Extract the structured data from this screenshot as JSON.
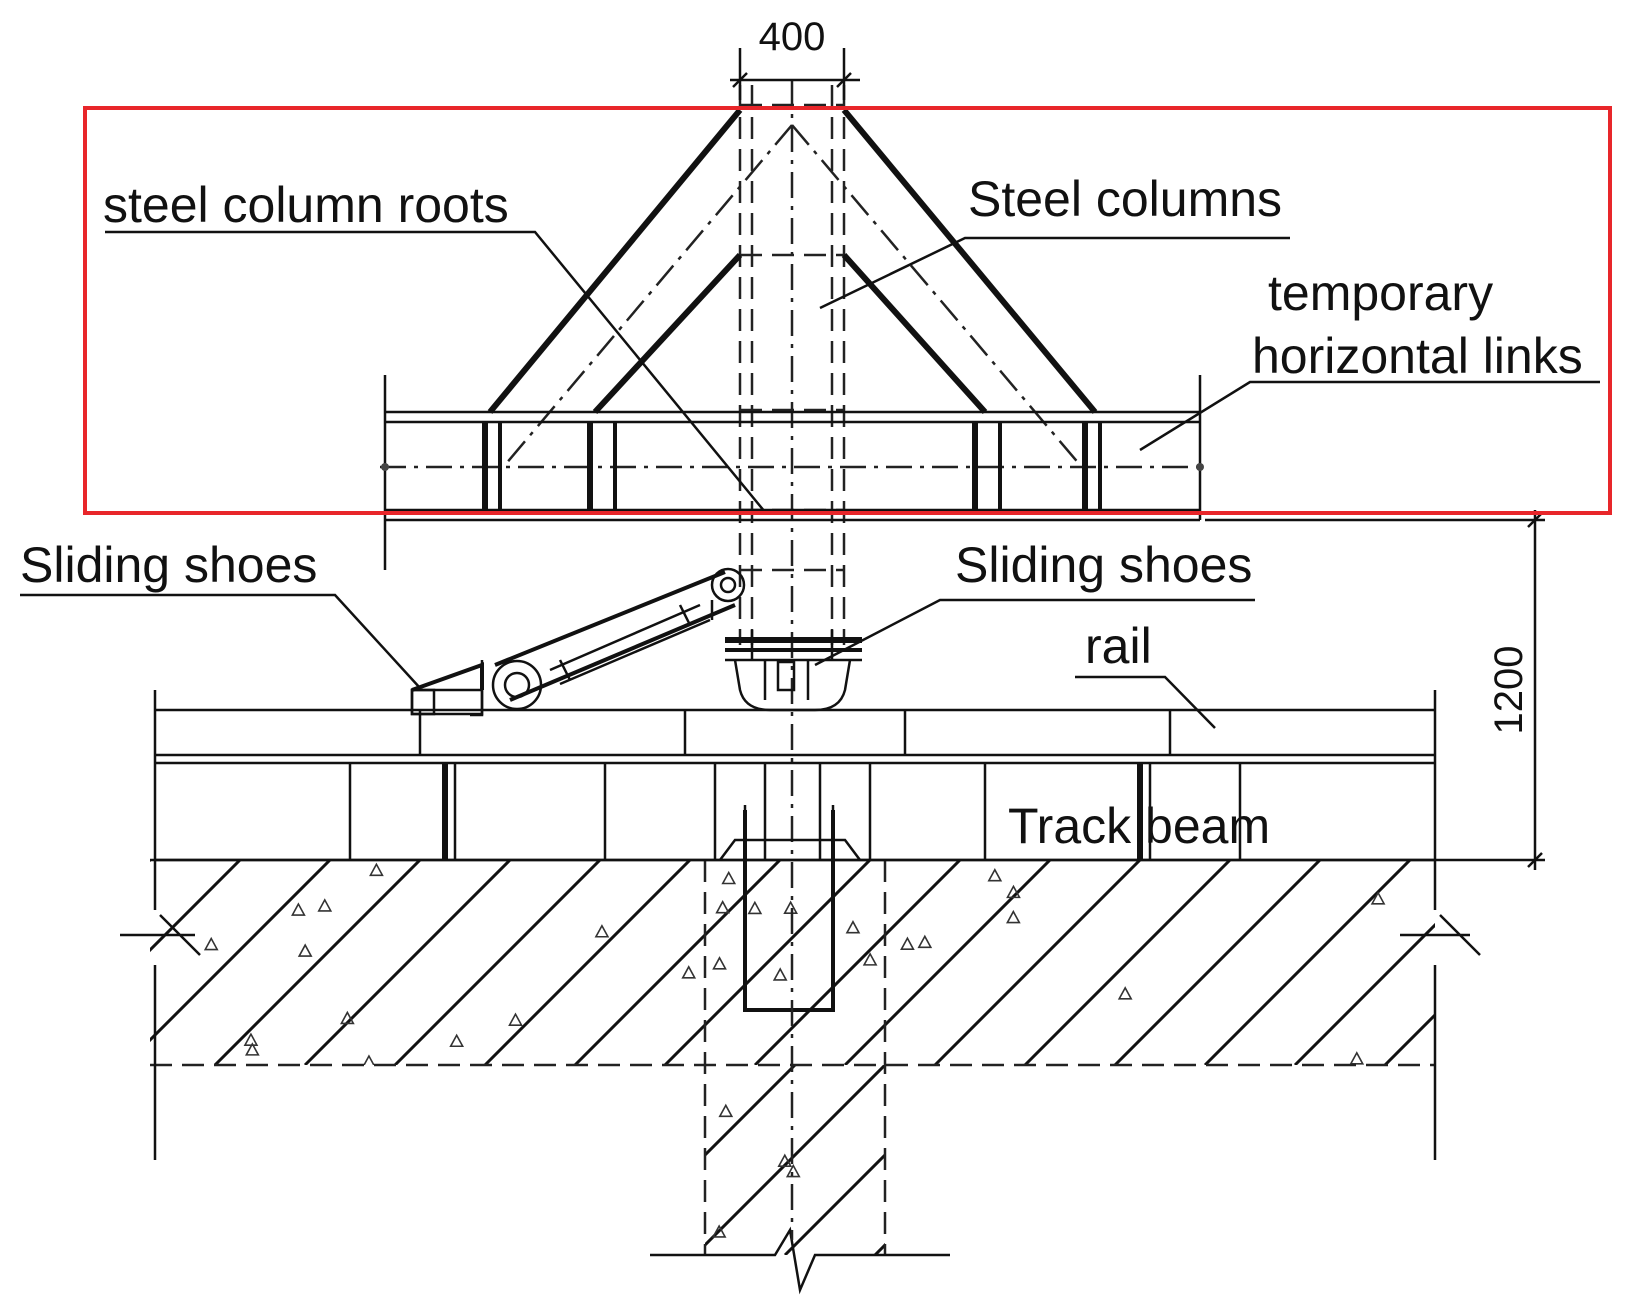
{
  "labels": {
    "dimension_width": "400",
    "dimension_height": "1200",
    "steel_column_roots": "steel column roots",
    "steel_columns": "Steel columns",
    "temporary_line1": "temporary",
    "temporary_line2": "horizontal links",
    "sliding_shoes_left": "Sliding shoes",
    "sliding_shoes_right": "Sliding shoes",
    "rail": "rail",
    "track_beam": "Track beam"
  },
  "colors": {
    "highlight_box": "#e8262a",
    "line": "#111111",
    "background": "#ffffff"
  }
}
